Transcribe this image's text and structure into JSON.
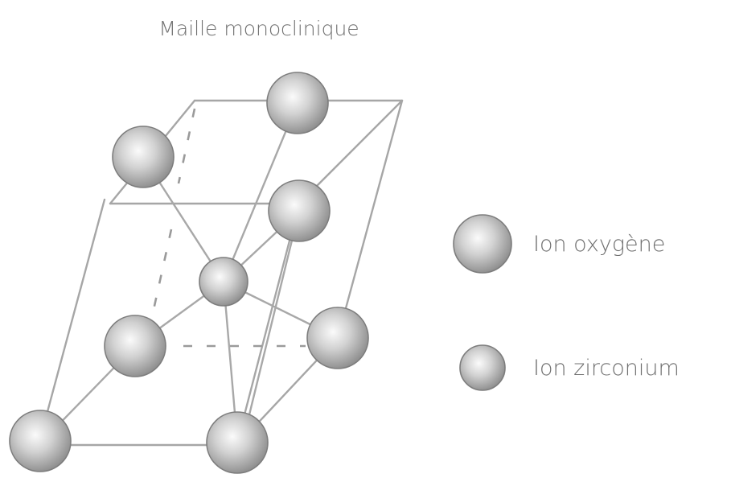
{
  "diagram": {
    "title": "Maille monoclinique"
  },
  "legend": {
    "oxygen_label": "Ion oxygène",
    "zirconium_label": "Ion zirconium"
  },
  "colors": {
    "text": "#6f6f6f",
    "lines": "#a6a6a6",
    "ion_fill_light": "#f4f4f4",
    "ion_fill_dark": "#8c8c8c"
  }
}
